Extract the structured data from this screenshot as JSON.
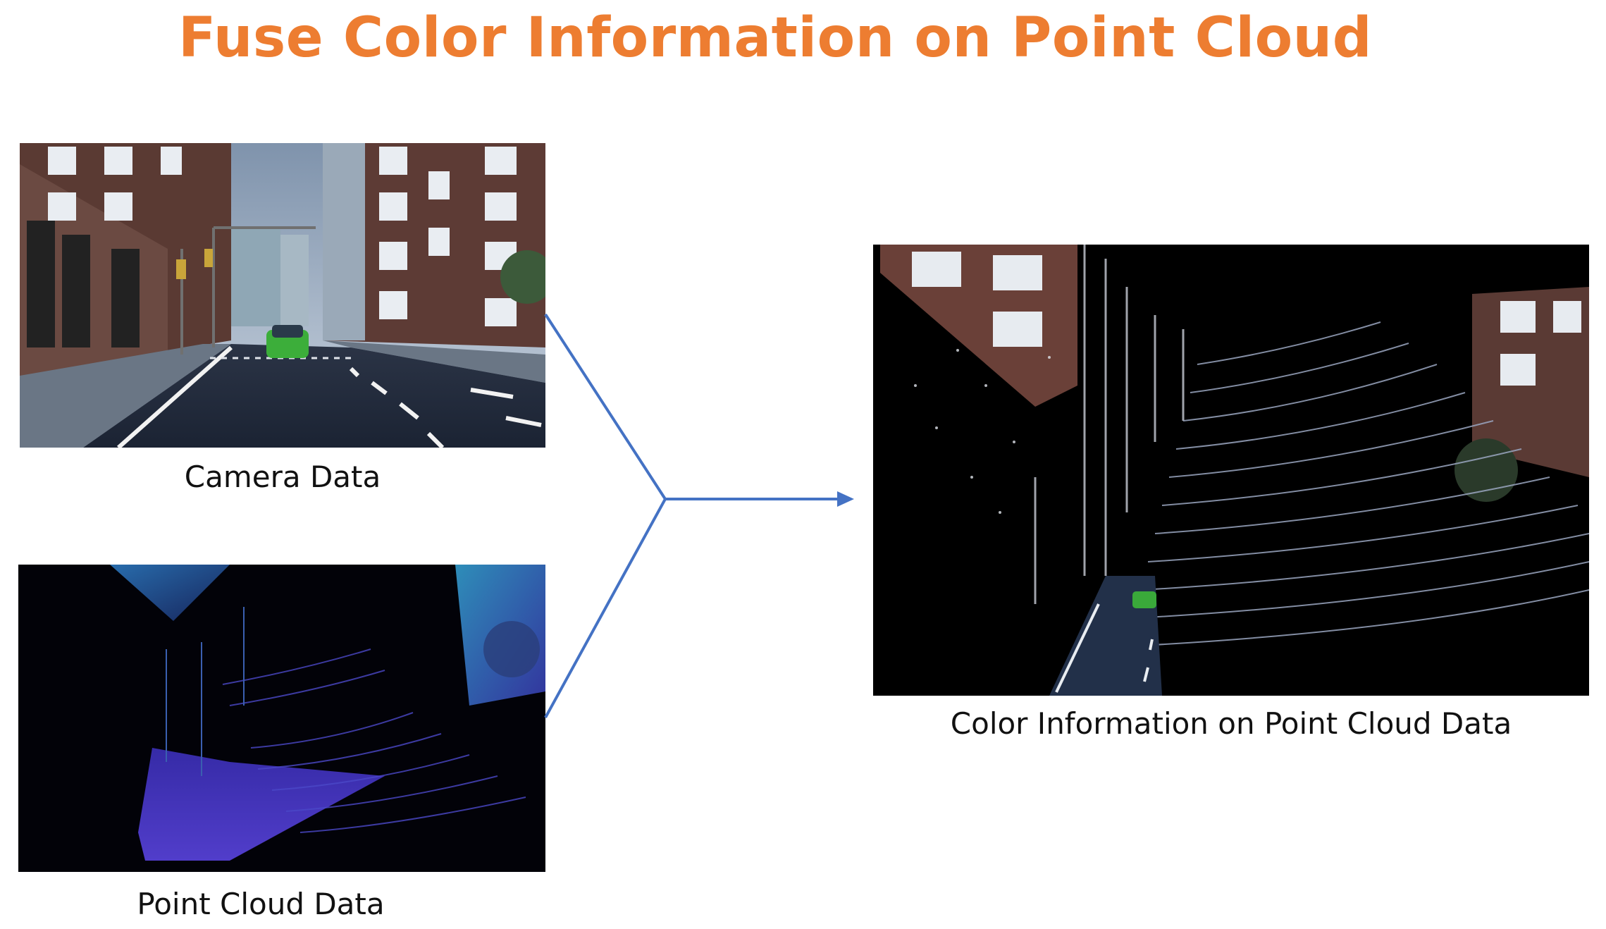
{
  "title": "Fuse Color Information on Point Cloud",
  "colors": {
    "title": "#ED7D31",
    "arrow": "#4472C4",
    "caption": "#111111"
  },
  "panels": {
    "camera": {
      "caption": "Camera Data"
    },
    "point_cloud": {
      "caption": "Point Cloud Data"
    },
    "fused": {
      "caption": "Color Information on Point Cloud Data"
    }
  }
}
